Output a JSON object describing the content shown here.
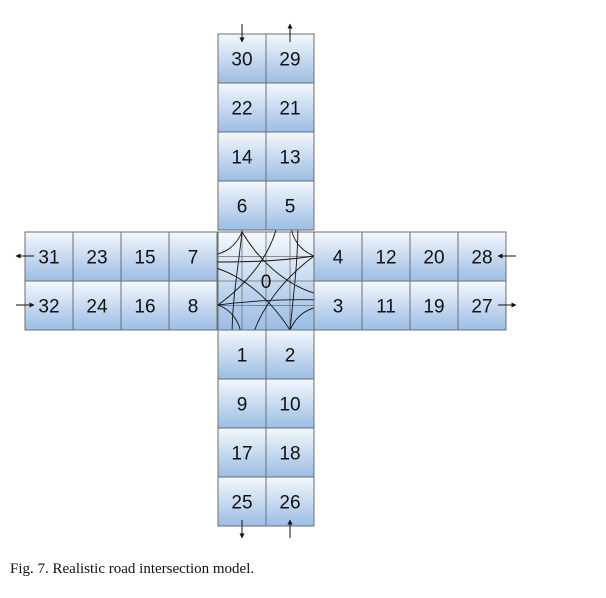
{
  "figure": {
    "center_label": "0",
    "caption": "Fig. 7.   Realistic road intersection model.",
    "colors": {
      "cell_top": "#f4f8fd",
      "cell_bottom": "#9bbde4",
      "border": "#6e6e6e",
      "arrow": "#111111"
    }
  },
  "arms": {
    "north": [
      [
        "30",
        "29"
      ],
      [
        "22",
        "21"
      ],
      [
        "14",
        "13"
      ],
      [
        "6",
        "5"
      ]
    ],
    "south": [
      [
        "1",
        "2"
      ],
      [
        "9",
        "10"
      ],
      [
        "17",
        "18"
      ],
      [
        "25",
        "26"
      ]
    ],
    "west": [
      [
        "31",
        "23",
        "15",
        "7"
      ],
      [
        "32",
        "24",
        "16",
        "8"
      ]
    ],
    "east": [
      [
        "4",
        "12",
        "20",
        "28"
      ],
      [
        "3",
        "11",
        "19",
        "27"
      ]
    ]
  }
}
